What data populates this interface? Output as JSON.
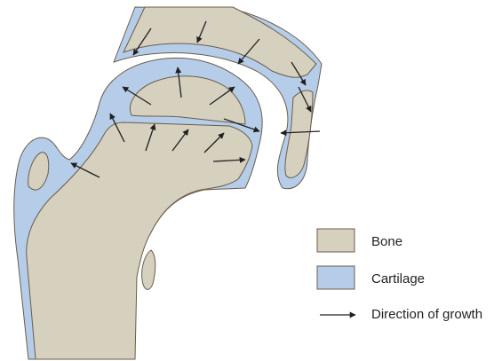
{
  "colors": {
    "bone": "#d6d0bf",
    "cartilage": "#b5cde9",
    "outline": "#6b5d4a",
    "arrow": "#231f20",
    "background": "#ffffff"
  },
  "legend": {
    "items": [
      {
        "label": "Bone",
        "swatch": "bone"
      },
      {
        "label": "Cartilage",
        "swatch": "cartilage"
      },
      {
        "label": "Direction of growth",
        "swatch": "arrow"
      }
    ]
  }
}
